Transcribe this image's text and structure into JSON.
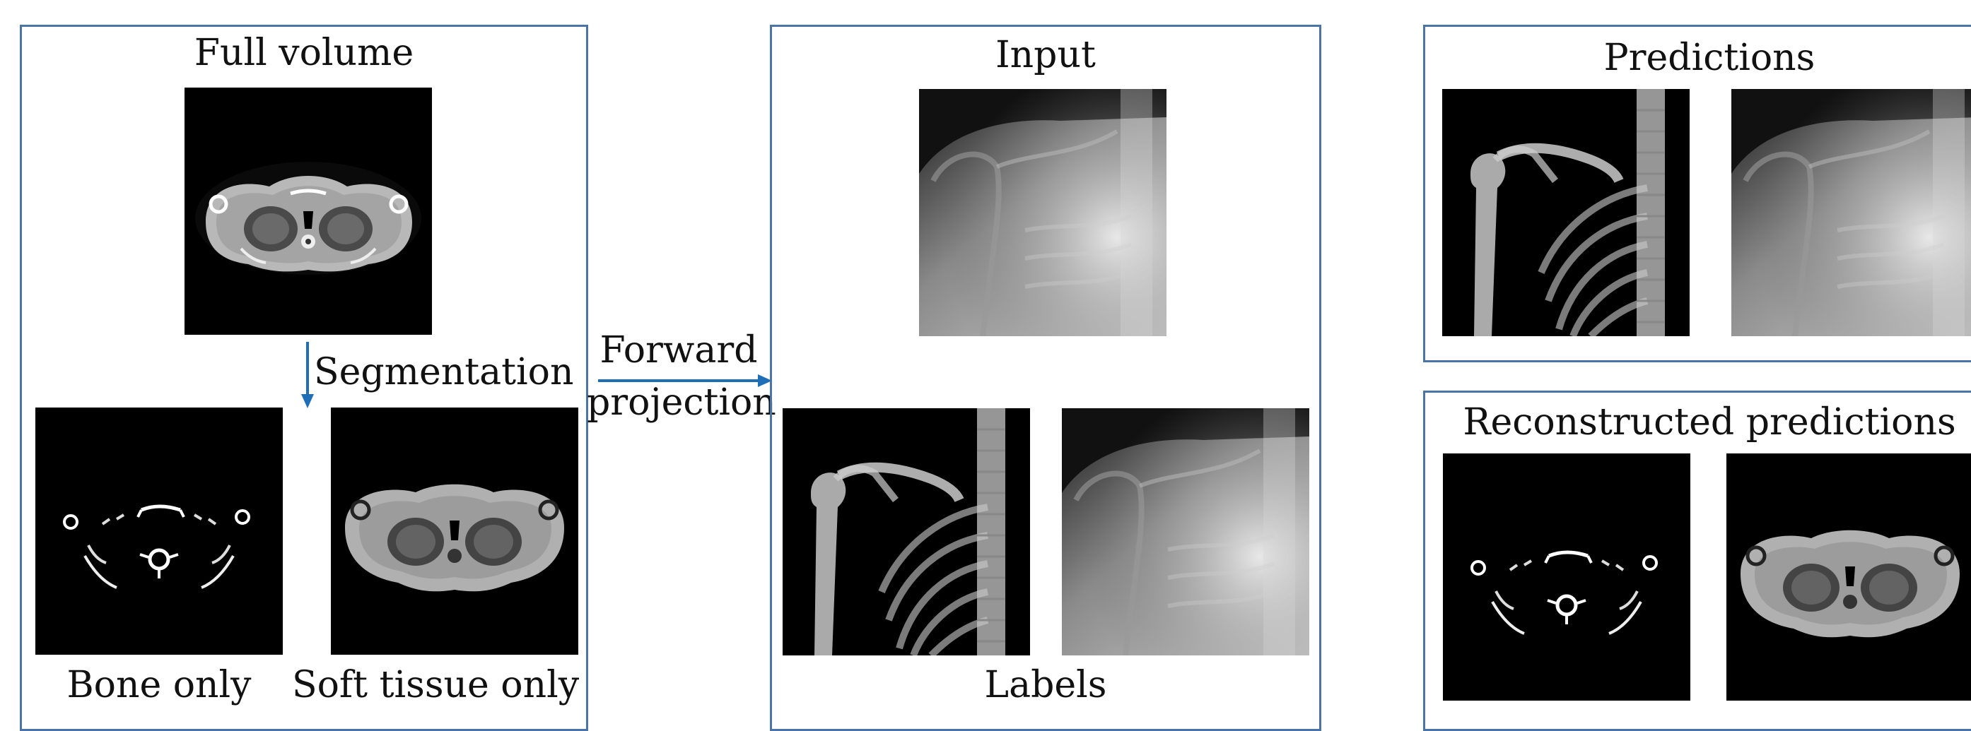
{
  "panels": {
    "source": {
      "title": "Full volume",
      "bone_label": "Bone only",
      "soft_label": "Soft tissue only",
      "segmentation_label": "Segmentation"
    },
    "projection": {
      "line1": "Forward",
      "line2": "projection"
    },
    "middle": {
      "input_label": "Input",
      "labels_label": "Labels"
    },
    "right_top": {
      "title": "Predictions"
    },
    "right_bottom": {
      "title": "Reconstructed predictions"
    }
  },
  "colors": {
    "panel_border": "#4a73a8",
    "arrow": "#1f6fb8"
  }
}
